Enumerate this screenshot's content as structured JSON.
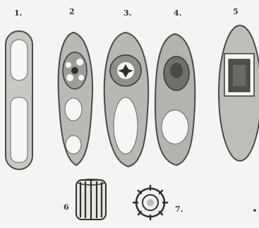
{
  "figure": {
    "labels": {
      "f1": "1.",
      "f2": "2",
      "f3": "3.",
      "f4": "4.",
      "f5": "5",
      "f6": "6",
      "f7": "7."
    },
    "colors": {
      "background": "#f4f4f2",
      "cell_fill": "#b7b7b4",
      "cell_stroke": "#4a4a48",
      "dark": "#2e2e2c",
      "vacuole": "#f6f6f4"
    }
  }
}
